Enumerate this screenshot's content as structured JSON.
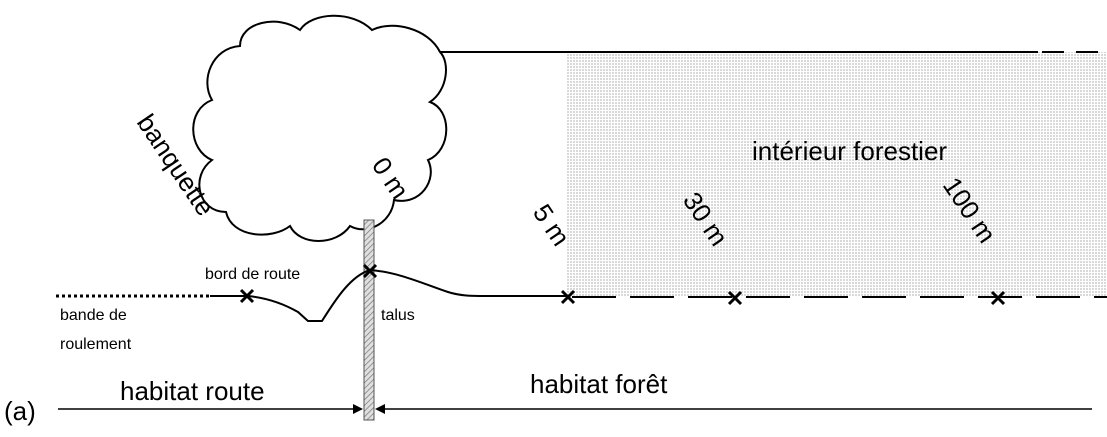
{
  "panel_label": "(a)",
  "zones": {
    "interior": "intérieur forestier",
    "banquette": "banquette",
    "roadside": "bord de route",
    "roadway": "bande de roulement",
    "slope": "talus"
  },
  "distances": [
    "0 m",
    "5 m",
    "30 m",
    "100 m"
  ],
  "habitats": {
    "road": "habitat route",
    "forest": "habitat forêt"
  },
  "colors": {
    "ink": "#000000",
    "shade": "#e2e2e2",
    "hatch": "#8a8a8a"
  }
}
